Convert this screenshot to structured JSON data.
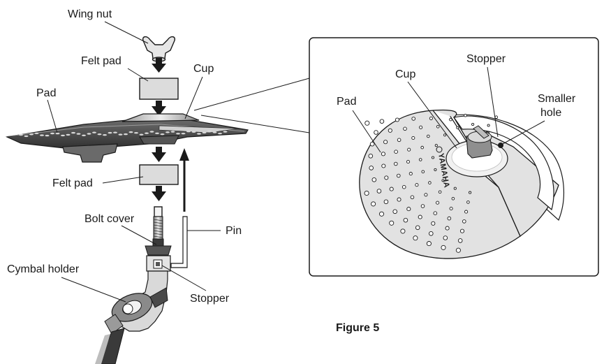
{
  "labels": {
    "wing_nut": "Wing nut",
    "felt_pad_top": "Felt pad",
    "cup": "Cup",
    "pad": "Pad",
    "felt_pad_bottom": "Felt pad",
    "bolt_cover": "Bolt cover",
    "pin": "Pin",
    "cymbal_holder": "Cymbal holder",
    "stopper": "Stopper"
  },
  "detail_labels": {
    "pad": "Pad",
    "cup": "Cup",
    "stopper": "Stopper",
    "smaller_hole_line1": "Smaller",
    "smaller_hole_line2": "hole",
    "brand": "YAMAHA"
  },
  "caption": "Figure 5",
  "colors": {
    "line": "#1a1a1a",
    "pad_dark": "#3a3a3a",
    "pad_gray": "#bfbfbf",
    "cup_gray": "#d6d6d6",
    "light_fill": "#ededed"
  }
}
